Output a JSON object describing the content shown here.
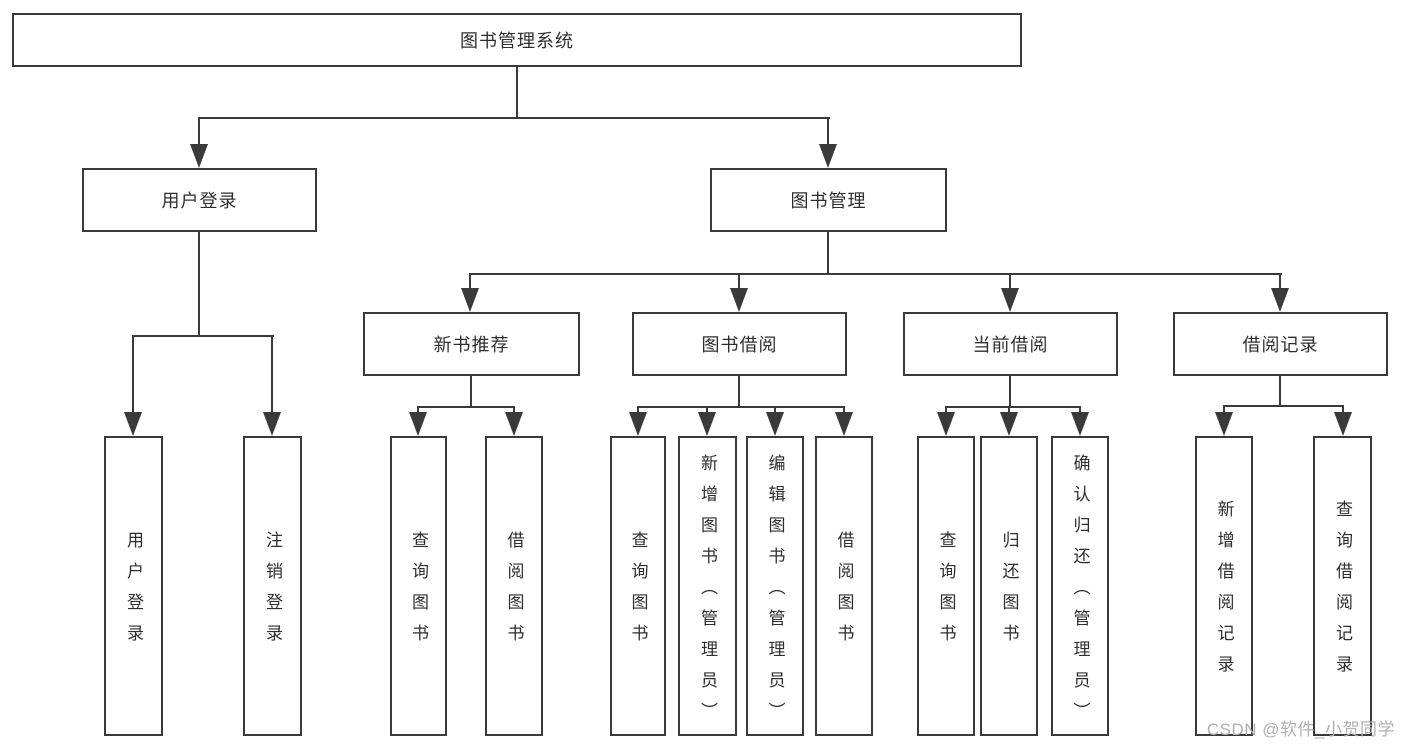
{
  "diagram": {
    "root": {
      "label": "图书管理系统"
    },
    "level2": [
      {
        "label": "用户登录"
      },
      {
        "label": "图书管理"
      }
    ],
    "level3": [
      {
        "label": "新书推荐"
      },
      {
        "label": "图书借阅"
      },
      {
        "label": "当前借阅"
      },
      {
        "label": "借阅记录"
      }
    ],
    "leaves": [
      {
        "label": "用户登录"
      },
      {
        "label": "注销登录"
      },
      {
        "label": "查询图书"
      },
      {
        "label": "借阅图书"
      },
      {
        "label": "查询图书"
      },
      {
        "label": "新增图书（管理员）"
      },
      {
        "label": "编辑图书（管理员）"
      },
      {
        "label": "借阅图书"
      },
      {
        "label": "查询图书"
      },
      {
        "label": "归还图书"
      },
      {
        "label": "确认归还（管理员）"
      },
      {
        "label": "新增借阅记录"
      },
      {
        "label": "查询借阅记录"
      }
    ]
  },
  "watermark": {
    "text": "CSDN @软件_小贺同学"
  },
  "colors": {
    "line": "#3a3a3a",
    "text": "#2e2e2e",
    "background": "#ffffff",
    "watermark": "#b0b0b0"
  }
}
